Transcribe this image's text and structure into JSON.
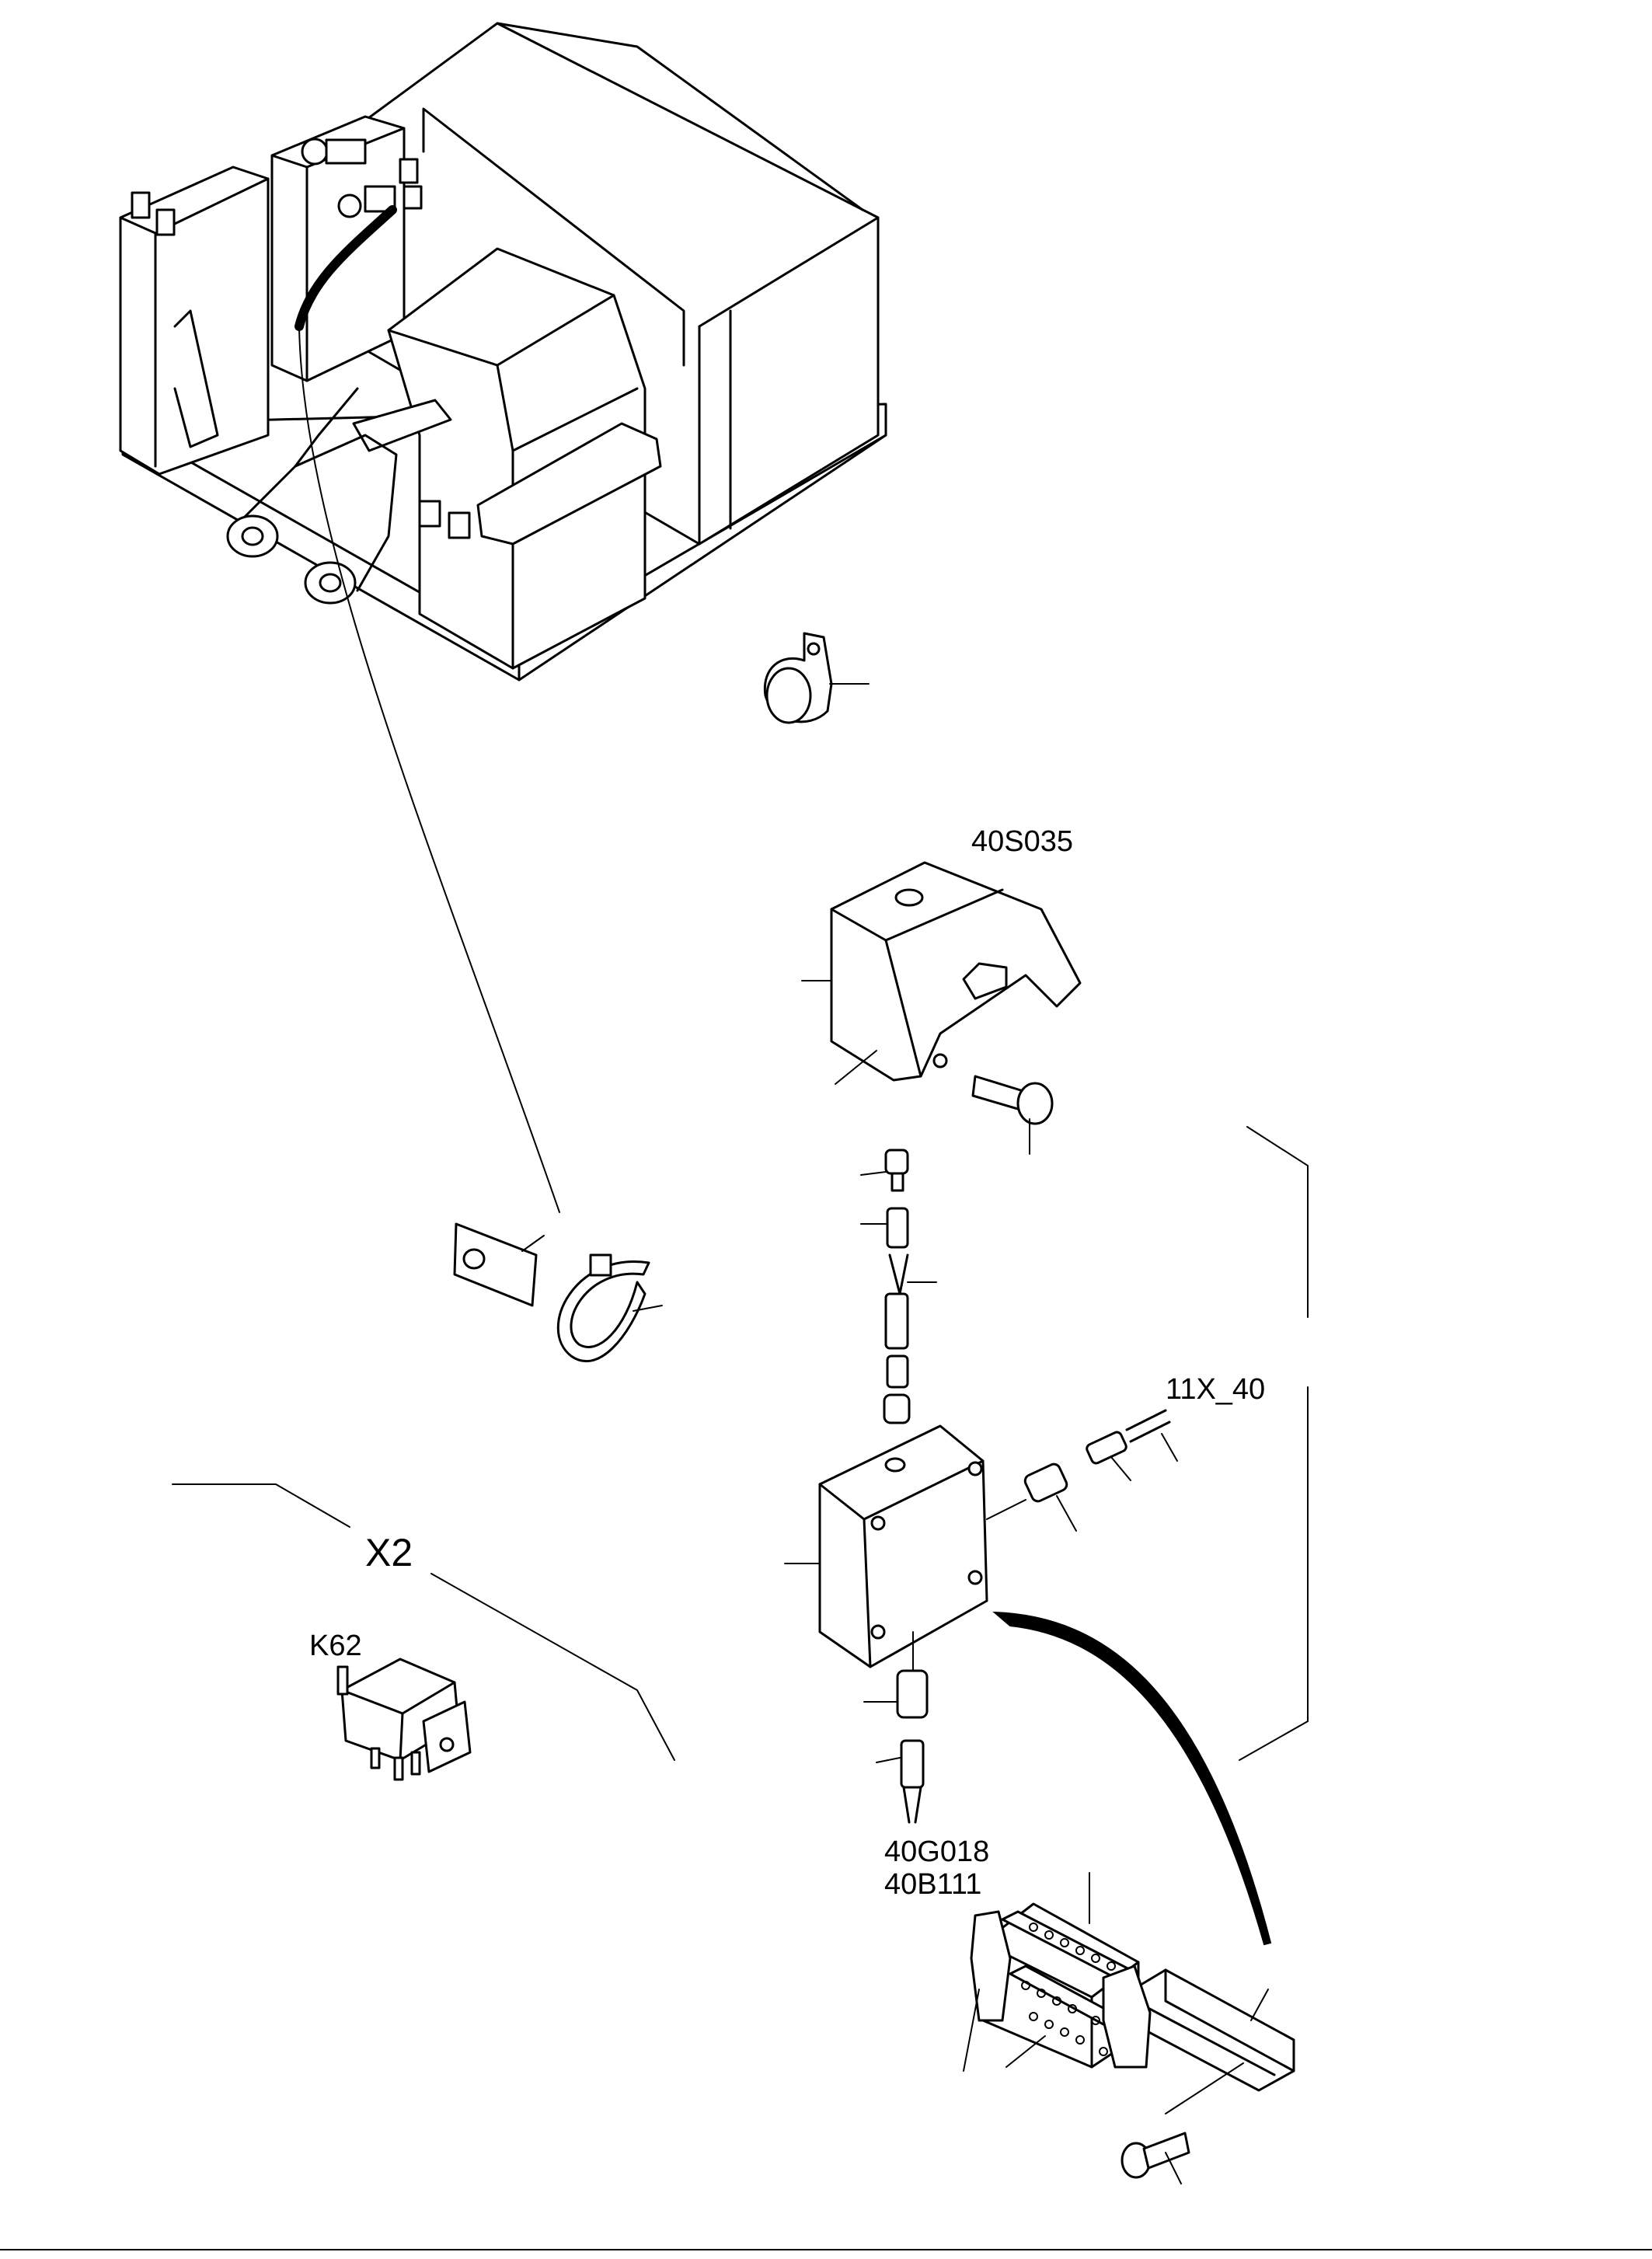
{
  "labels": {
    "switch": "40S035",
    "connector": "11X_40",
    "detail": "X2",
    "relay": "K62",
    "sensor_1": "40G018",
    "sensor_2": "40B111"
  },
  "colors": {
    "line": "#000000",
    "background": "#ffffff"
  }
}
